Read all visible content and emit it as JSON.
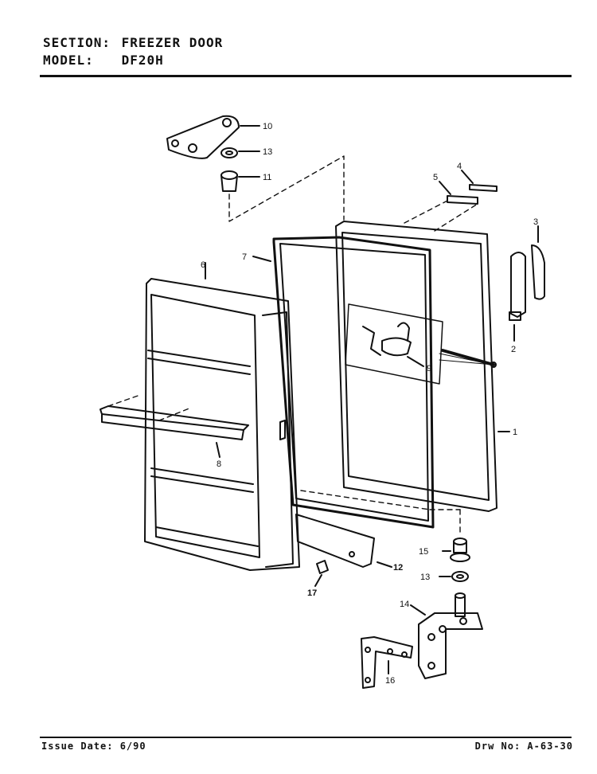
{
  "header": {
    "section_label": "SECTION:",
    "section_value": "FREEZER DOOR",
    "model_label": "MODEL:",
    "model_value": "DF20H"
  },
  "footer": {
    "issue_date": "Issue Date: 6/90",
    "drawing_no": "Drw No: A-63-30"
  },
  "callouts": {
    "c1": "1",
    "c2": "2",
    "c3": "3",
    "c4": "4",
    "c5": "5",
    "c6": "6",
    "c7": "7",
    "c8": "8",
    "c9": "9",
    "c10": "10",
    "c11": "11",
    "c12": "12",
    "c13a": "13",
    "c13b": "13",
    "c14": "14",
    "c15": "15",
    "c16": "16",
    "c17": "17"
  }
}
